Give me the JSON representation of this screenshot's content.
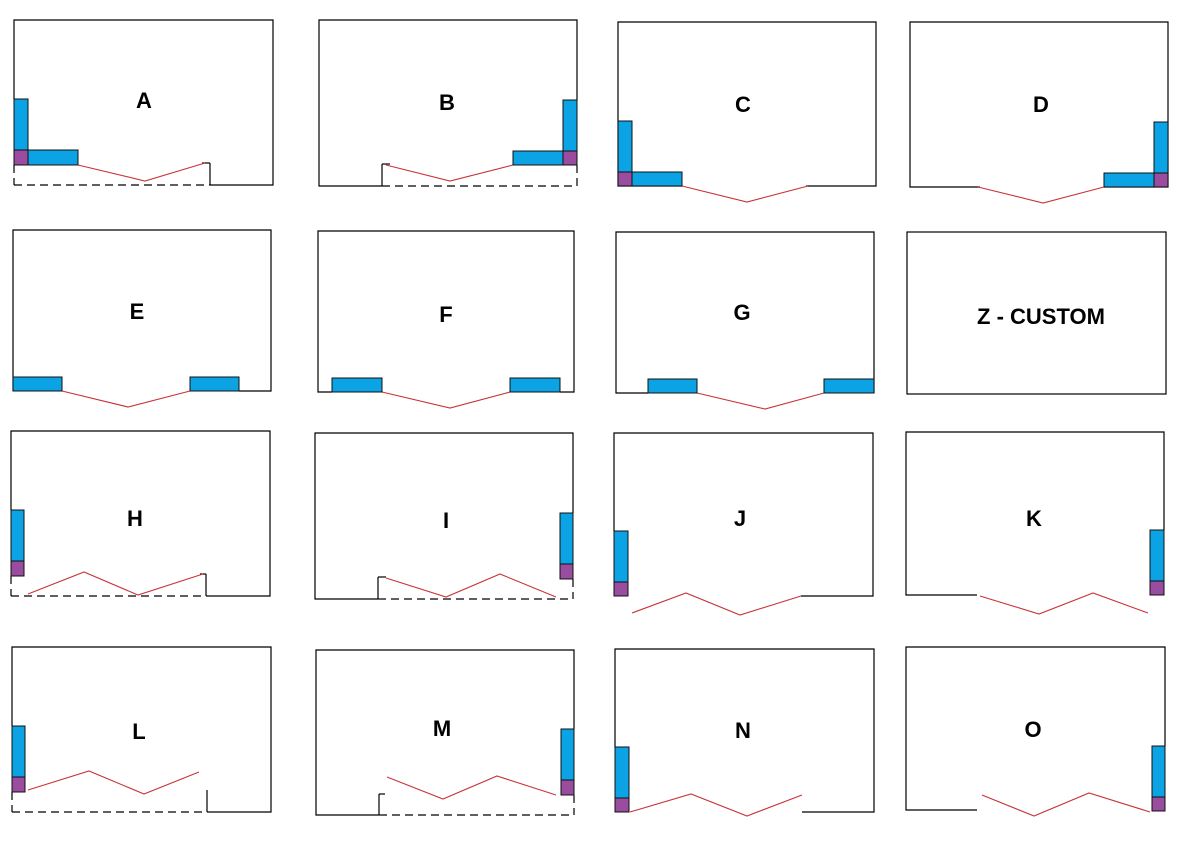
{
  "diagram": {
    "colors": {
      "background": "#ffffff",
      "wall": "#000000",
      "door": "#c8333a",
      "panel": "#0ba3e3",
      "panel_foot": "#9a4c9e"
    },
    "layouts": [
      {
        "id": "a",
        "label": "A"
      },
      {
        "id": "b",
        "label": "B"
      },
      {
        "id": "c",
        "label": "C"
      },
      {
        "id": "d",
        "label": "D"
      },
      {
        "id": "e",
        "label": "E"
      },
      {
        "id": "f",
        "label": "F"
      },
      {
        "id": "g",
        "label": "G"
      },
      {
        "id": "z",
        "label": "Z - CUSTOM"
      },
      {
        "id": "h",
        "label": "H"
      },
      {
        "id": "i",
        "label": "I"
      },
      {
        "id": "j",
        "label": "J"
      },
      {
        "id": "k",
        "label": "K"
      },
      {
        "id": "l",
        "label": "L"
      },
      {
        "id": "m",
        "label": "M"
      },
      {
        "id": "n",
        "label": "N"
      },
      {
        "id": "o",
        "label": "O"
      }
    ]
  }
}
